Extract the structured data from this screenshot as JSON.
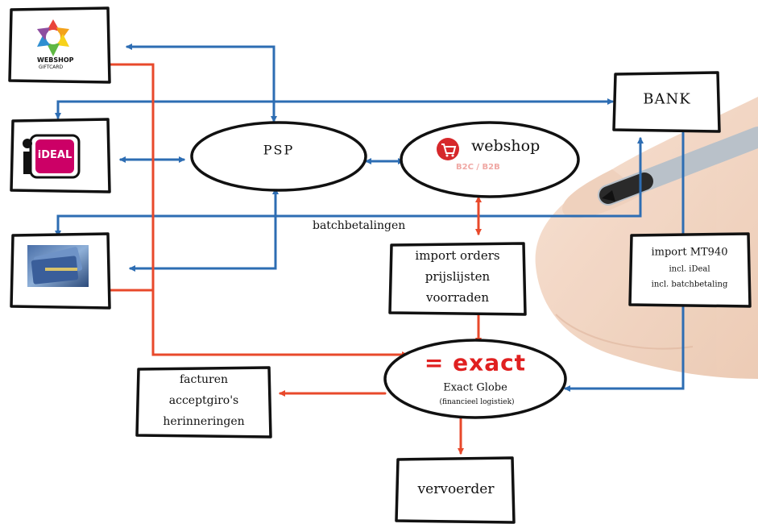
{
  "nodes": {
    "webshop_giftcard": {
      "logo_line1": "WEBSHOP",
      "logo_line2": "GIFTCARD",
      "icon": "colored-star-logo"
    },
    "ideal": {
      "logo": "iDEAL",
      "icon": "ideal-logo"
    },
    "credit_cards": {
      "icon": "credit-cards-photo"
    },
    "psp": {
      "label": "PSP"
    },
    "webshop": {
      "label": "webshop",
      "sub": "B2C / B2B",
      "icon": "shopping-cart-icon"
    },
    "bank": {
      "label": "BANK"
    },
    "import_orders": {
      "line1": "import orders",
      "line2": "prijslijsten",
      "line3": "voorraden"
    },
    "import_mt940": {
      "line1": "import MT940",
      "line2": "incl. iDeal",
      "line3": "incl. batchbetaling"
    },
    "exact": {
      "logo": "= exact",
      "title": "Exact Globe",
      "sub": "(financieel logistiek)"
    },
    "facturen": {
      "line1": "facturen",
      "line2": "acceptgiro's",
      "line3": "herinneringen"
    },
    "vervoerder": {
      "label": "vervoerder"
    }
  },
  "edge_labels": {
    "batch": "batchbetalingen"
  },
  "colors": {
    "blue": "#2d6db3",
    "red": "#e8492b",
    "ink": "#111111",
    "exact_red": "#e02020",
    "ideal_pink": "#cc0066"
  }
}
